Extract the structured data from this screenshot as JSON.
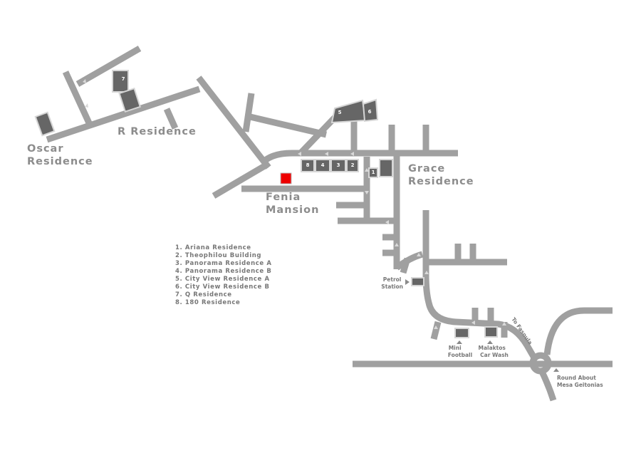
{
  "places": {
    "oscar": [
      "Oscar",
      "Residence"
    ],
    "r_residence": "R Residence",
    "fenia": [
      "Fenia",
      "Mansion"
    ],
    "grace": [
      "Grace",
      "Residence"
    ],
    "petrol": [
      "Petrol",
      "Station"
    ],
    "mini_football": [
      "Mini",
      "Football"
    ],
    "car_wash": [
      "Malaktos",
      "Car Wash"
    ],
    "round_about": [
      "Round About",
      "Mesa Geitonias"
    ],
    "to_fasoula": "To Fasoula"
  },
  "building_numbers": {
    "q": "7",
    "cv_a": "5",
    "cv_b": "6",
    "b8": "8",
    "b4": "4",
    "b3": "3",
    "b2": "2",
    "b1": "1"
  },
  "legend": [
    "1.   Ariana Residence",
    "2.   Theophilou Building",
    "3.   Panorama Residence A",
    "4.   Panorama Residence B",
    "5.   City View Residence A",
    "6.   City View Residence B",
    "7.   Q Residence",
    "8.   180 Residence"
  ],
  "colors": {
    "road": "#a0a0a0",
    "building": "#666666",
    "target": "#ee0000",
    "label": "#8c8c8c"
  }
}
